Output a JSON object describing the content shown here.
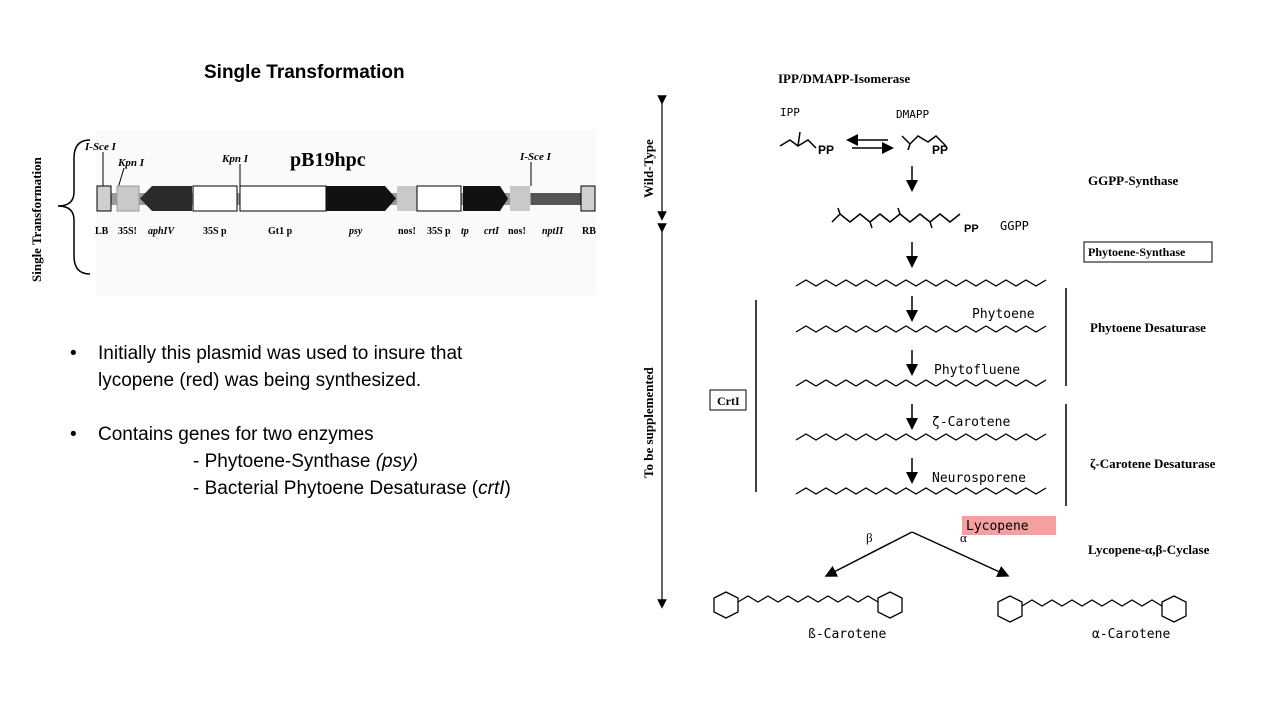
{
  "slide": {
    "title": "Single Transformation",
    "bullets": [
      {
        "text": "Initially this plasmid was used to insure that lycopene (red) was being synthesized.",
        "lines": [
          "Initially this plasmid was used to insure that",
          "lycopene (red) was being synthesized."
        ]
      },
      {
        "lines": [
          "Contains genes for two enzymes"
        ],
        "sub": [
          {
            "prefix": "- Phytoene-Synthase ",
            "gene": "(psy)",
            "suffix": ""
          },
          {
            "prefix": "- Bacterial Phytoene Desaturase (",
            "gene": "crtI",
            "suffix": ")"
          }
        ]
      }
    ],
    "bullet_glyph": "•"
  },
  "plasmid": {
    "side_label": "Single Transformation",
    "name": "pB19hpc",
    "top_labels": {
      "isce_left": "I-Sce I",
      "kpn_left": "Kpn I",
      "kpn_mid": "Kpn I",
      "isce_right": "I-Sce I"
    },
    "elements": [
      "LB",
      "35S!",
      "aphIV",
      "35S p",
      "Gt1 p",
      "psy",
      "nos!",
      "35S p",
      "tp",
      "crtI",
      "nos!",
      "nptII",
      "RB"
    ]
  },
  "pathway": {
    "wild_type_label": "Wild-Type",
    "supplemented_label": "To be supplemented",
    "isomerase": "IPP/DMAPP-Isomerase",
    "ipp": "IPP",
    "dmapp": "DMAPP",
    "pp": "PP",
    "ggpp_synthase": "GGPP-Synthase",
    "ggpp": "GGPP",
    "phytoene_synthase": "Phytoene-Synthase",
    "phytoene": "Phytoene",
    "phytofluene": "Phytofluene",
    "phytoene_desaturase": "Phytoene Desaturase",
    "crti": "CrtI",
    "zeta_carotene": "ζ-Carotene",
    "zeta_desaturase": "ζ-Carotene Desaturase",
    "neurosporene": "Neurosporene",
    "lycopene": "Lycopene",
    "lycopene_highlight": "#f4a0a0",
    "cyclase": "Lycopene-α,β-Cyclase",
    "beta": "β",
    "alpha": "α",
    "beta_carotene": "ß-Carotene",
    "alpha_carotene": "α-Carotene"
  }
}
